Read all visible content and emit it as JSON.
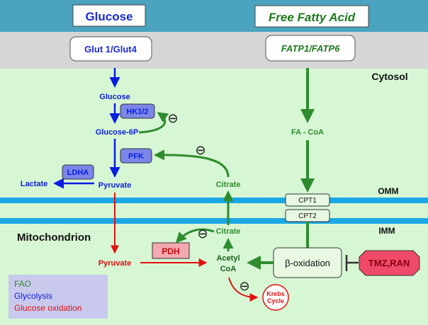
{
  "colors": {
    "top_band": "#4aa3bf",
    "membrane_band": "#d6d6d6",
    "cytosol": "#d7f6d4",
    "membrane_line": "#1aa7e6",
    "fao": "#2e8b2e",
    "glycolysis": "#0a1ee0",
    "glucose_oxidation": "#e01010",
    "enzyme_box": "#7b86e8",
    "pdh_box": "#f4a8b0",
    "drug_box": "#f04a6a",
    "legend_bg": "#c9c9ee"
  },
  "header": {
    "glucose": "Glucose",
    "free_fatty_acid": "Free Fatty Acid"
  },
  "transporters": {
    "glut": "Glut 1/Glut4",
    "fatp": "FATP1/FATP6"
  },
  "compartments": {
    "cytosol": "Cytosol",
    "omm": "OMM",
    "imm": "IMM",
    "mitochondrion": "Mitochondrion"
  },
  "metabolites": {
    "glucose": "Glucose",
    "glucose_6p": "Glucose-6P",
    "pyruvate": "Pyruvate",
    "lactate": "Lactate",
    "fa_coa": "FA - CoA",
    "citrate_cytosol": "Citrate",
    "citrate_mito": "Citrate",
    "pyruvate_mito": "Pyruvate",
    "acetyl": "Acetyl",
    "coa": "CoA"
  },
  "enzymes": {
    "hk": "HK1/2",
    "pfk": "PFK",
    "ldha": "LDHA",
    "pdh": "PDH",
    "cpt1": "CPT1",
    "cpt2": "CPT2",
    "beta_oxidation": "β-oxidation",
    "drugs": "TMZ,RAN",
    "krebs_1": "Krebs",
    "krebs_2": "Cycle"
  },
  "inhibit_symbol": "⊖",
  "legend": {
    "fao": "FAO",
    "glycolysis": "Glycolysis",
    "glucose_oxidation": "Glucose oxidation"
  }
}
